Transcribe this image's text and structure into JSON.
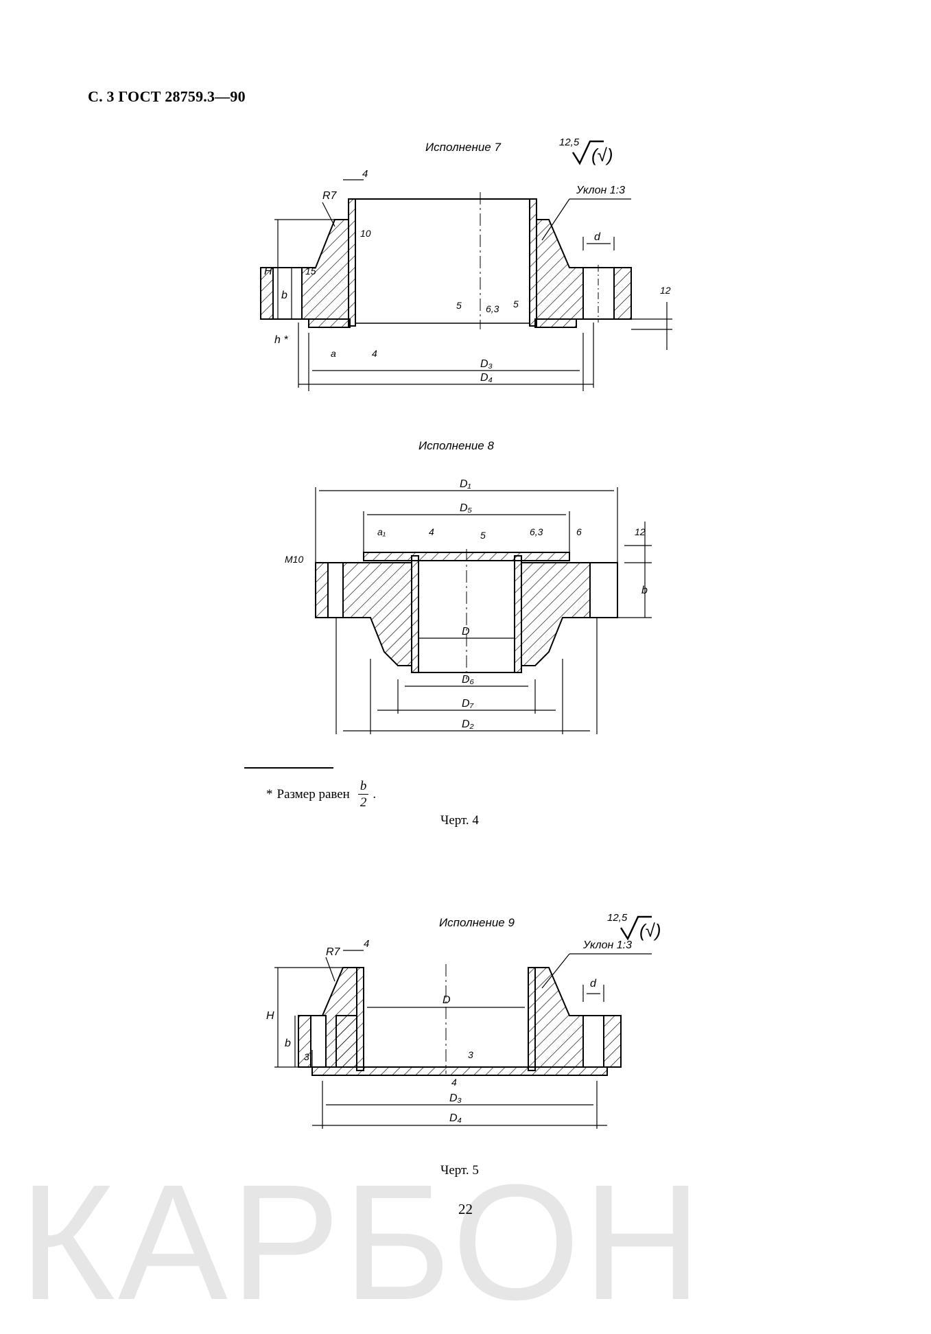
{
  "header": "С. 3 ГОСТ 28759.3—90",
  "figure4": {
    "variant7": {
      "caption": "Исполнение 7",
      "roughness": {
        "value": "12,5",
        "suffix": "(√)"
      },
      "labels": {
        "dim4": "4",
        "slope": "Уклон 1:3",
        "r7": "R7",
        "d": "d",
        "h_big": "H",
        "dim15": "15",
        "b": "b",
        "h_star": "h *",
        "dim10": "10",
        "dim5a": "5",
        "dim63": "6,3",
        "dim5b": "5",
        "dim12": "12",
        "a": "a",
        "dim4b": "4",
        "d3": "D₃",
        "d4": "D₄"
      }
    },
    "variant8": {
      "caption": "Исполнение 8",
      "labels": {
        "d1": "D₁",
        "d5": "D₅",
        "m10": "M10",
        "a1": "a₁",
        "dim4": "4",
        "dim5": "5",
        "dim63": "6,3",
        "dim6": "6",
        "dim12": "12",
        "b": "b",
        "d": "D",
        "d6": "D₆",
        "d7": "D₇",
        "d2": "D₂"
      }
    },
    "footnote": {
      "prefix": "*",
      "text": "Размер равен",
      "numerator": "b",
      "denominator": "2",
      "suffix": "."
    },
    "chert": "Черт. 4"
  },
  "figure5": {
    "variant9": {
      "caption": "Исполнение 9",
      "roughness": {
        "value": "12,5",
        "suffix": "(√)"
      },
      "labels": {
        "dim4": "4",
        "slope": "Уклон 1:3",
        "r7": "R7",
        "d": "d",
        "h_big": "H",
        "b": "b",
        "dim3a": "3",
        "d_inner": "D",
        "dim3b": "3",
        "dim4b": "4",
        "d3": "D₃",
        "d4": "D₄"
      }
    },
    "chert": "Черт. 5"
  },
  "page_number": "22",
  "watermark": "КАРБОН"
}
